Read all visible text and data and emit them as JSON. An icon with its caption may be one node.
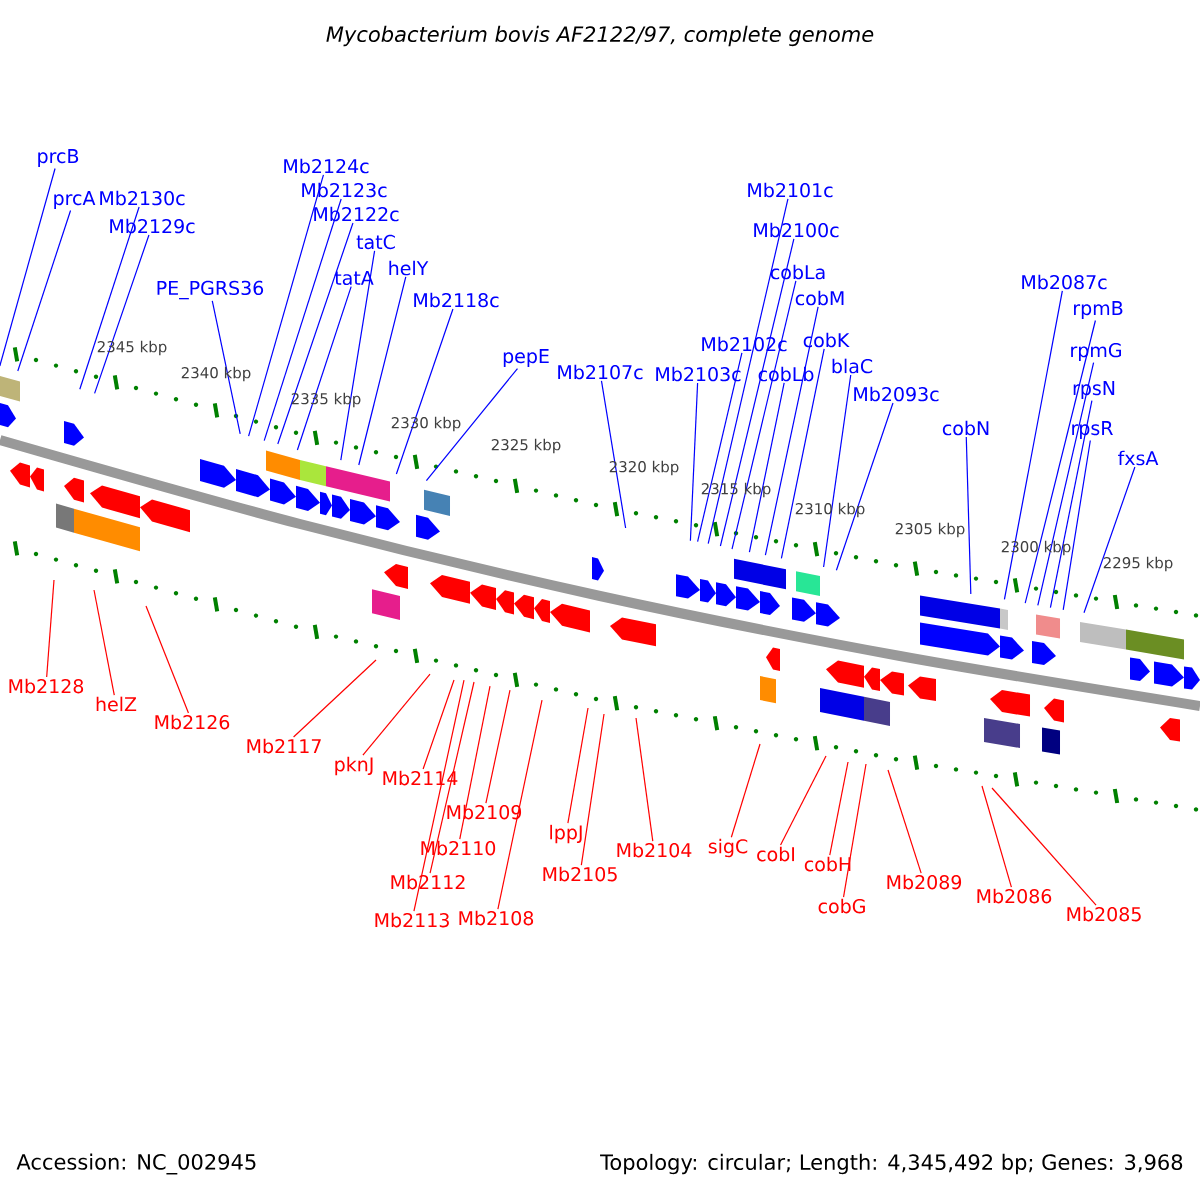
{
  "diagram": {
    "title": "Mycobacterium bovis AF2122/97, complete genome",
    "nodes": [
      {
        "text": [
          "prcB"
        ]
      },
      {
        "text": [
          "prcA"
        ]
      },
      {
        "text": [
          "Mb2130c"
        ]
      },
      {
        "text": [
          "Mb2129c"
        ]
      },
      {
        "text": [
          "Mb2124c"
        ]
      },
      {
        "text": [
          "Mb2123c"
        ]
      },
      {
        "text": [
          "Mb2122c"
        ]
      },
      {
        "text": [
          "tatC"
        ]
      },
      {
        "text": [
          "tatA"
        ]
      },
      {
        "text": [
          "helY"
        ]
      },
      {
        "text": [
          "PE_PGRS36"
        ]
      },
      {
        "text": [
          "Mb2118c"
        ]
      },
      {
        "text": [
          "pepE"
        ]
      },
      {
        "text": [
          "Mb2107c"
        ]
      },
      {
        "text": [
          "Mb2103c"
        ]
      },
      {
        "text": [
          "Mb2102c"
        ]
      },
      {
        "text": [
          "Mb2101c"
        ]
      },
      {
        "text": [
          "Mb2100c"
        ]
      },
      {
        "text": [
          "cobLa"
        ]
      },
      {
        "text": [
          "cobM"
        ]
      },
      {
        "text": [
          "cobK"
        ]
      },
      {
        "text": [
          "cobLb"
        ]
      },
      {
        "text": [
          "blaC"
        ]
      },
      {
        "text": [
          "Mb2093c"
        ]
      },
      {
        "text": [
          "cobN"
        ]
      },
      {
        "text": [
          "Mb2087c"
        ]
      },
      {
        "text": [
          "rpmB"
        ]
      },
      {
        "text": [
          "rpmG"
        ]
      },
      {
        "text": [
          "rpsN"
        ]
      },
      {
        "text": [
          "rpsR"
        ]
      },
      {
        "text": [
          "fxsA"
        ]
      },
      {
        "text": [
          "Mb2128"
        ]
      },
      {
        "text": [
          "helZ"
        ]
      },
      {
        "text": [
          "Mb2126"
        ]
      },
      {
        "text": [
          "Mb2117"
        ]
      },
      {
        "text": [
          "pknJ"
        ]
      },
      {
        "text": [
          "Mb2114"
        ]
      },
      {
        "text": [
          "Mb2109"
        ]
      },
      {
        "text": [
          "Mb2110"
        ]
      },
      {
        "text": [
          "Mb2112"
        ]
      },
      {
        "text": [
          "Mb2113"
        ]
      },
      {
        "text": [
          "Mb2108"
        ]
      },
      {
        "text": [
          "lppJ"
        ]
      },
      {
        "text": [
          "Mb2105"
        ]
      },
      {
        "text": [
          "Mb2104"
        ]
      },
      {
        "text": [
          "sigC"
        ]
      },
      {
        "text": [
          "cobI"
        ]
      },
      {
        "text": [
          "cobH"
        ]
      },
      {
        "text": [
          "cobG"
        ]
      },
      {
        "text": [
          "Mb2089"
        ]
      },
      {
        "text": [
          "Mb2086"
        ]
      },
      {
        "text": [
          "Mb2085"
        ]
      }
    ],
    "edges": [
      {
        "from": 0,
        "to": null,
        "arrow": "none"
      },
      {
        "from": 1,
        "to": null,
        "arrow": "none"
      },
      {
        "from": 2,
        "to": null,
        "arrow": "none"
      },
      {
        "from": 3,
        "to": null,
        "arrow": "none"
      },
      {
        "from": 4,
        "to": null,
        "arrow": "none"
      },
      {
        "from": 5,
        "to": null,
        "arrow": "none"
      },
      {
        "from": 6,
        "to": null,
        "arrow": "none"
      },
      {
        "from": 7,
        "to": null,
        "arrow": "none"
      },
      {
        "from": 8,
        "to": null,
        "arrow": "none"
      },
      {
        "from": 9,
        "to": null,
        "arrow": "none"
      },
      {
        "from": 10,
        "to": null,
        "arrow": "none"
      },
      {
        "from": 11,
        "to": null,
        "arrow": "none"
      },
      {
        "from": 12,
        "to": null,
        "arrow": "none"
      },
      {
        "from": 13,
        "to": null,
        "arrow": "none"
      },
      {
        "from": 14,
        "to": null,
        "arrow": "none"
      },
      {
        "from": 15,
        "to": null,
        "arrow": "none"
      },
      {
        "from": 16,
        "to": null,
        "arrow": "none"
      },
      {
        "from": 17,
        "to": null,
        "arrow": "none"
      },
      {
        "from": 18,
        "to": null,
        "arrow": "none"
      },
      {
        "from": 19,
        "to": null,
        "arrow": "none"
      },
      {
        "from": 20,
        "to": null,
        "arrow": "none"
      },
      {
        "from": 21,
        "to": null,
        "arrow": "none"
      },
      {
        "from": 22,
        "to": null,
        "arrow": "none"
      },
      {
        "from": 23,
        "to": null,
        "arrow": "none"
      },
      {
        "from": 24,
        "to": null,
        "arrow": "none"
      },
      {
        "from": 25,
        "to": null,
        "arrow": "none"
      },
      {
        "from": 26,
        "to": null,
        "arrow": "none"
      },
      {
        "from": 27,
        "to": null,
        "arrow": "none"
      },
      {
        "from": 28,
        "to": null,
        "arrow": "none"
      },
      {
        "from": 29,
        "to": null,
        "arrow": "none"
      },
      {
        "from": 30,
        "to": null,
        "arrow": "none"
      },
      {
        "from": 31,
        "to": null,
        "arrow": "none",
        "color": "#ff0000"
      },
      {
        "from": 32,
        "to": null,
        "arrow": "none",
        "color": "#ff0000"
      },
      {
        "from": 33,
        "to": null,
        "arrow": "none",
        "color": "#ff0000"
      },
      {
        "from": 34,
        "to": null,
        "arrow": "none",
        "color": "#ff0000"
      },
      {
        "from": 35,
        "to": null,
        "arrow": "none",
        "color": "#ff0000"
      },
      {
        "from": 36,
        "to": null,
        "arrow": "none",
        "color": "#ff0000"
      },
      {
        "from": 37,
        "to": null,
        "arrow": "none",
        "color": "#ff0000"
      },
      {
        "from": 38,
        "to": null,
        "arrow": "none",
        "color": "#ff0000"
      },
      {
        "from": 39,
        "to": null,
        "arrow": "none",
        "color": "#ff0000"
      },
      {
        "from": 40,
        "to": null,
        "arrow": "none",
        "color": "#ff0000"
      },
      {
        "from": 41,
        "to": null,
        "arrow": "none",
        "color": "#ff0000"
      },
      {
        "from": 42,
        "to": null,
        "arrow": "none",
        "color": "#ff0000"
      },
      {
        "from": 43,
        "to": null,
        "arrow": "none",
        "color": "#ff0000"
      },
      {
        "from": 44,
        "to": null,
        "arrow": "none",
        "color": "#ff0000"
      },
      {
        "from": 45,
        "to": null,
        "arrow": "none",
        "color": "#ff0000"
      },
      {
        "from": 46,
        "to": null,
        "arrow": "none",
        "color": "#ff0000"
      },
      {
        "from": 47,
        "to": null,
        "arrow": "none",
        "color": "#ff0000"
      },
      {
        "from": 48,
        "to": null,
        "arrow": "none",
        "color": "#ff0000"
      },
      {
        "from": 49,
        "to": null,
        "arrow": "none",
        "color": "#ff0000"
      },
      {
        "from": 50,
        "to": null,
        "arrow": "none",
        "color": "#ff0000"
      },
      {
        "from": 51,
        "to": null,
        "arrow": "none",
        "color": "#ff0000"
      }
    ],
    "labels": [
      "2345 kbp",
      "2340 kbp",
      "2335 kbp",
      "2330 kbp",
      "2325 kbp",
      "2320 kbp",
      "2315 kbp",
      "2310 kbp",
      "2305 kbp",
      "2300 kbp",
      "2295 kbp",
      "Accession: NC_002945",
      "Topology: circular; Length: 4,345,492 bp; Genes: 3,968"
    ]
  }
}
